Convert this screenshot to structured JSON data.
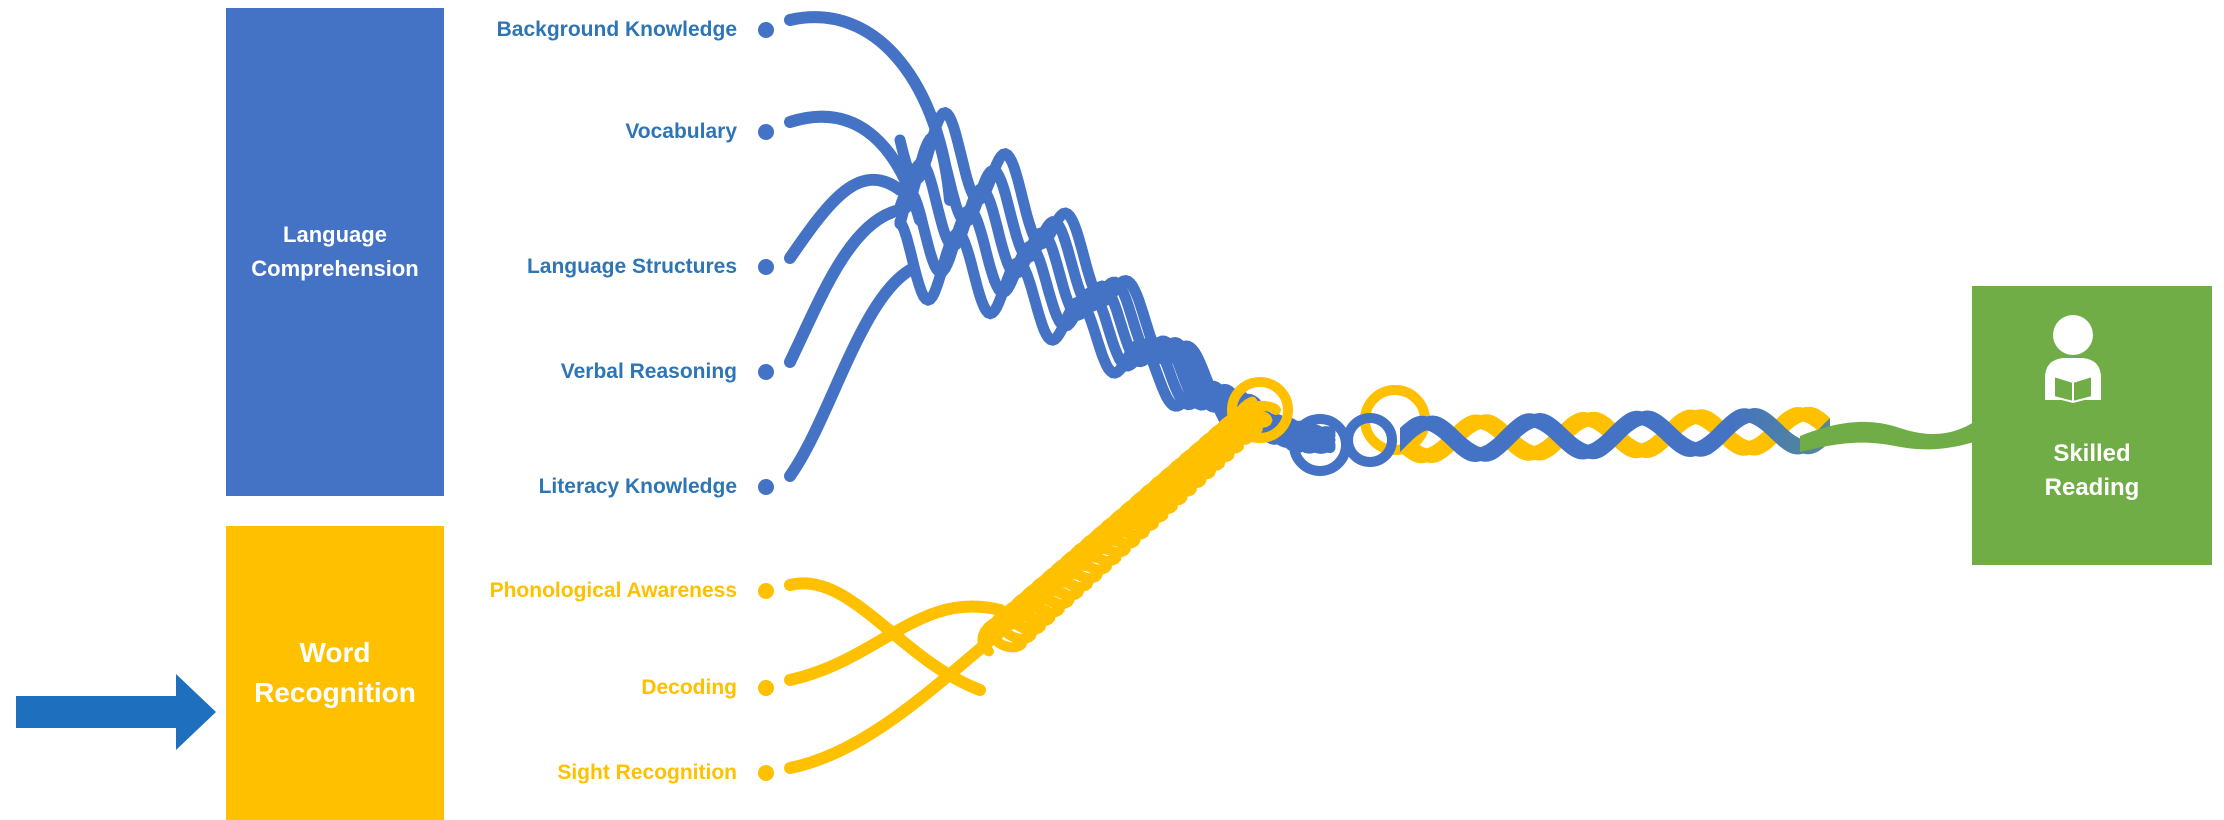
{
  "colors": {
    "language": "#4472c4",
    "word": "#ffc000",
    "skilled": "#70ad47",
    "label_blue": "#2e75b6",
    "arrow": "#1f6fbf"
  },
  "boxes": {
    "language_comprehension": [
      "Language",
      "Comprehension"
    ],
    "word_recognition": [
      "Word",
      "Recognition"
    ],
    "skilled_reading": [
      "Skilled",
      "Reading"
    ]
  },
  "language_strands": [
    "Background Knowledge",
    "Vocabulary",
    "Language Structures",
    "Verbal Reasoning",
    "Literacy Knowledge"
  ],
  "word_strands": [
    "Phonological Awareness",
    "Decoding",
    "Sight Recognition"
  ],
  "icons": {
    "arrow": "right-arrow-icon",
    "reader": "reader-icon"
  }
}
